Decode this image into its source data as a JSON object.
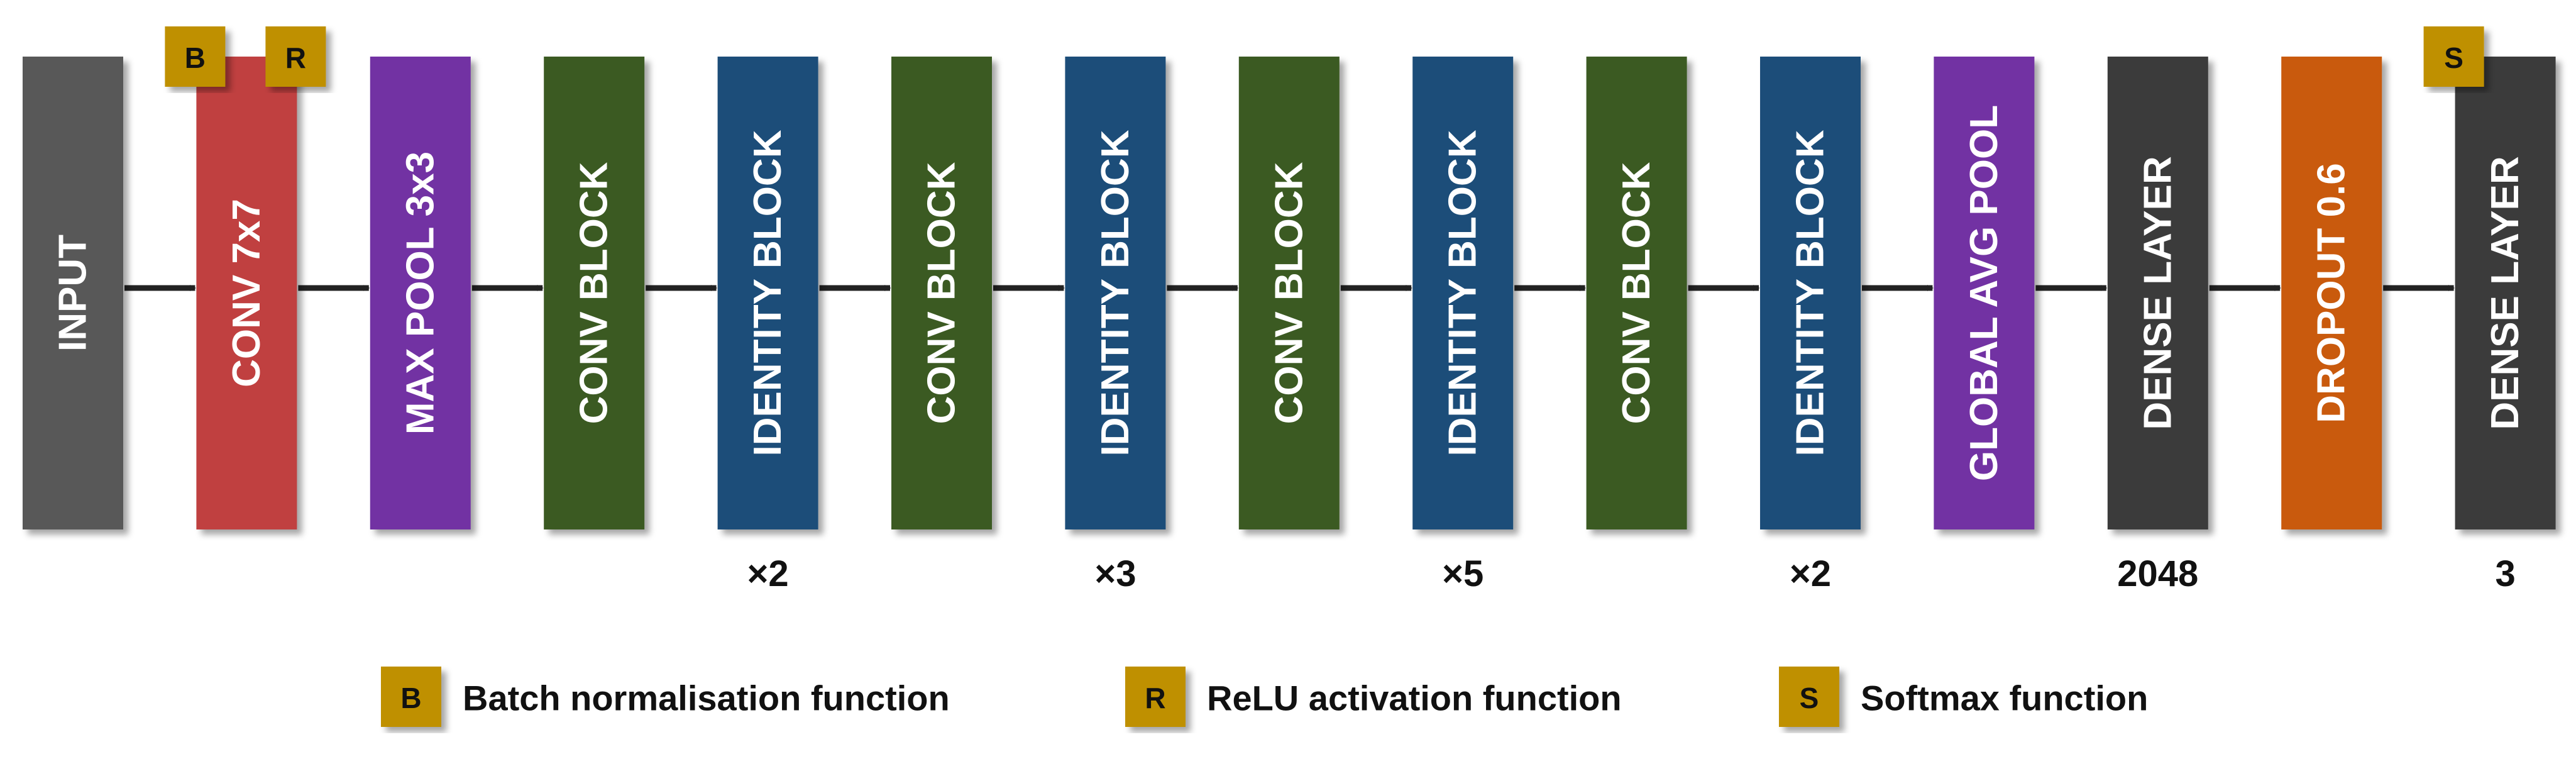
{
  "colors": {
    "gray": "#585858",
    "red": "#c0403f",
    "purple": "#7232a3",
    "green": "#3a5a22",
    "blue": "#1f4e79",
    "dark": "#3a3a3a",
    "orange": "#c95a11",
    "badge": "#bf9000",
    "arrow": "#222222"
  },
  "layers": [
    {
      "label": "INPUT",
      "color": "gray",
      "count": "",
      "badges": []
    },
    {
      "label": "CONV 7x7",
      "color": "red",
      "count": "",
      "badges": [
        "B",
        "R"
      ]
    },
    {
      "label": "MAX POOL 3x3",
      "color": "purple",
      "count": "",
      "badges": []
    },
    {
      "label": "CONV BLOCK",
      "color": "green",
      "count": "",
      "badges": []
    },
    {
      "label": "IDENTITY BLOCK",
      "color": "blue",
      "count": "×2",
      "badges": []
    },
    {
      "label": "CONV BLOCK",
      "color": "green",
      "count": "",
      "badges": []
    },
    {
      "label": "IDENTITY BLOCK",
      "color": "blue",
      "count": "×3",
      "badges": []
    },
    {
      "label": "CONV BLOCK",
      "color": "green",
      "count": "",
      "badges": []
    },
    {
      "label": "IDENTITY BLOCK",
      "color": "blue",
      "count": "×5",
      "badges": []
    },
    {
      "label": "CONV BLOCK",
      "color": "green",
      "count": "",
      "badges": []
    },
    {
      "label": "IDENTITY BLOCK",
      "color": "blue",
      "count": "×2",
      "badges": []
    },
    {
      "label": "GLOBAL AVG POOL",
      "color": "purple",
      "count": "",
      "badges": []
    },
    {
      "label": "DENSE LAYER",
      "color": "dark",
      "count": "2048",
      "badges": []
    },
    {
      "label": "DROPOUT 0.6",
      "color": "orange",
      "count": "",
      "badges": []
    },
    {
      "label": "DENSE LAYER",
      "color": "dark",
      "count": "3",
      "badges": [
        "S"
      ]
    }
  ],
  "legend": [
    {
      "badge": "B",
      "text": "Batch normalisation function"
    },
    {
      "badge": "R",
      "text": "ReLU activation function"
    },
    {
      "badge": "S",
      "text": "Softmax function"
    }
  ]
}
